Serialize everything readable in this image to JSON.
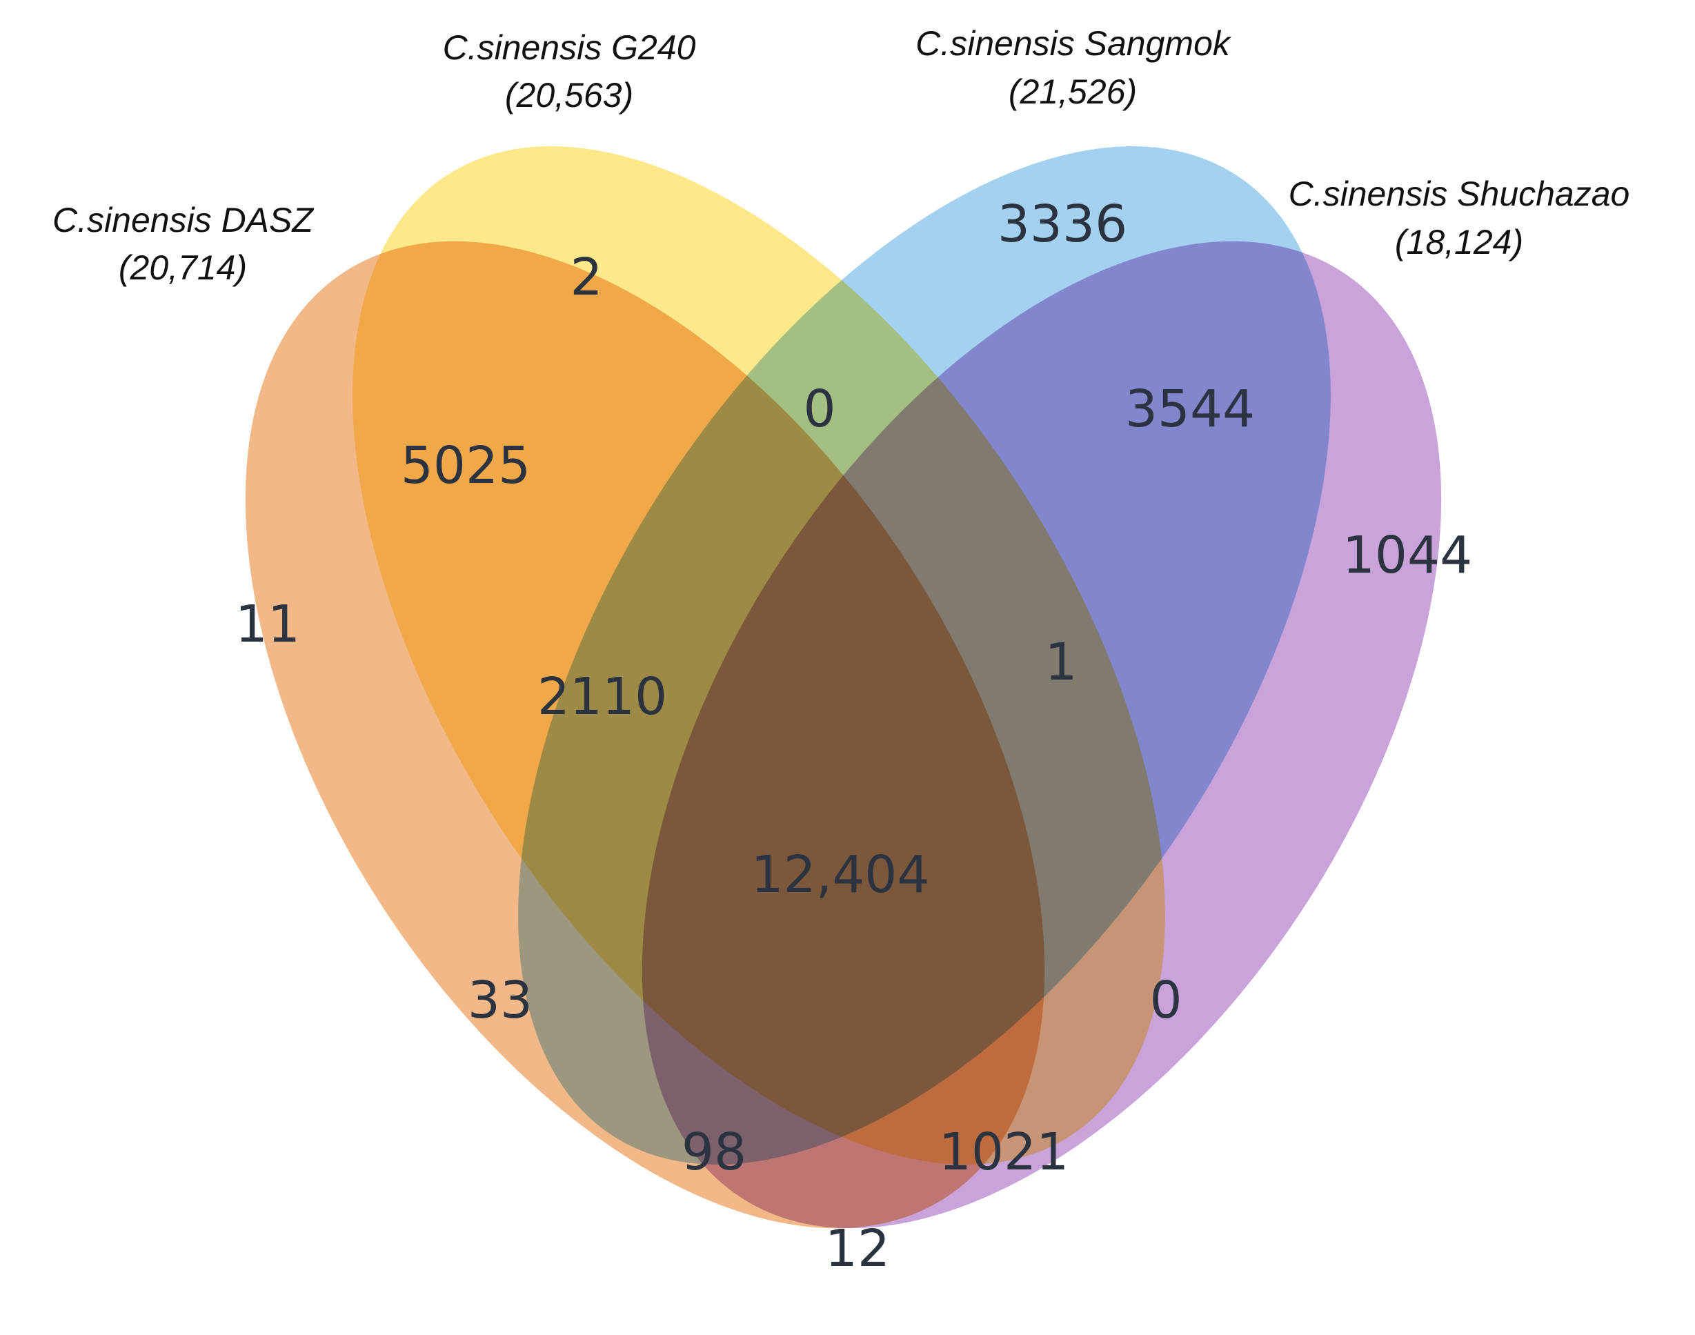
{
  "sets": [
    {
      "id": "dasz",
      "name": "C.sinensis DASZ",
      "total": "(20,714)",
      "color": "#eb8c3c"
    },
    {
      "id": "g240",
      "name": "C.sinensis G240",
      "total": "(20,563)",
      "color": "#fcd729"
    },
    {
      "id": "sangmok",
      "name": "C.sinensis Sangmok",
      "total": "(21,526)",
      "color": "#5aabe6"
    },
    {
      "id": "shuchazao",
      "name": "C.sinensis Shuchazao",
      "total": "(18,124)",
      "color": "#a566bf"
    }
  ],
  "regions": {
    "dasz_only": "11",
    "g240_only": "2",
    "sangmok_only": "3336",
    "shuchazao_only": "1044",
    "dasz_g240": "5025",
    "g240_sangmok": "0",
    "sangmok_shuchazao": "3544",
    "dasz_g240_sangmok": "2110",
    "g240_sangmok_shuchazao": "1",
    "all_four": "12,404",
    "dasz_sangmok": "33",
    "g240_shuchazao": "0",
    "dasz_sangmok_shuchazao": "98",
    "dasz_g240_shuchazao": "1021",
    "dasz_shuchazao": "12"
  }
}
